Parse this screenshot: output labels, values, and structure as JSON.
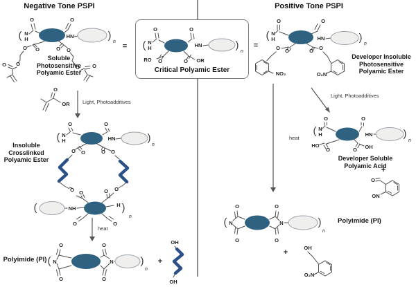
{
  "scheme": {
    "left_title": "Negative Tone PSPI",
    "right_title": "Positive Tone PSPI"
  },
  "captions": {
    "soluble": [
      "Soluble",
      "Photosensitive",
      "Polyamic Ester"
    ],
    "critical": "Critical Polyamic Ester",
    "dev_insoluble": [
      "Developer Insoluble",
      "Photosensitive",
      "Polyamic Ester"
    ],
    "insoluble": [
      "Insoluble",
      "Crosslinked",
      "Polyamic Ester"
    ],
    "dev_soluble": [
      "Developer Soluble",
      "Polyamic Acid"
    ],
    "polyimide_left": "Polyimide (PI)",
    "polyimide_right": "Polyimide (PI)"
  },
  "annotations": {
    "light": "Light, Photoadditives",
    "heat": "heat",
    "equals": "=",
    "plus": "+"
  },
  "atoms": {
    "O": "O",
    "N": "N",
    "H": "H",
    "NH": "NH",
    "HN": "HN",
    "RO": "RO",
    "OR": "OR",
    "NO2": "NO₂",
    "O2N": "O₂N",
    "HO": "HO",
    "OH": "OH",
    "ON": "ON",
    "n": "n",
    "lparen": "(",
    "rparen": ")"
  },
  "colors": {
    "core": "#2e6280",
    "aryl_fill": "#efefee",
    "aryl_stroke": "#9aa0a8",
    "crosslink": "#2b5088",
    "accent": "#7173b5"
  }
}
